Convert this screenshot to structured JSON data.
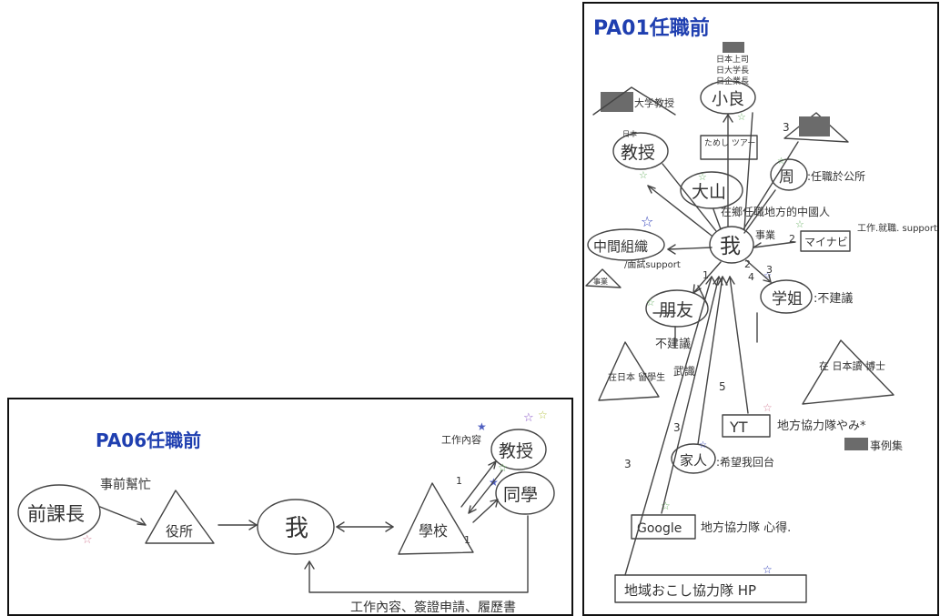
{
  "left": {
    "title": "PA06任職前",
    "nodes": {
      "former_chief": "前課長",
      "office": "役所",
      "me": "我",
      "school": "學校",
      "professor": "教授",
      "classmate": "同學"
    },
    "labels": {
      "help": "事前幫忙",
      "work_content": "工作內容",
      "bottom": "工作內容、簽證申請、履歷書"
    }
  },
  "right": {
    "title": "PA01任職前",
    "nodes": {
      "me": "我",
      "xiaoliang": "小良",
      "professor": "教授",
      "dashan": "大山",
      "zhou": "周",
      "intermediary": "中間組織",
      "mynavi": "マイナビ",
      "friend": "朋友",
      "senior": "学姐",
      "yt": "YT",
      "family": "家人",
      "google": "Google",
      "hp": "地域おこし協力隊 HP"
    },
    "labels": {
      "ut_professor": "大学教授",
      "xiaoliang_notes": [
        "日本上司",
        "日大学長",
        "日企業長"
      ],
      "tameshi": "ためし ツアー",
      "japan_small": "日本",
      "zhou_note": ":任職於公所",
      "chinese_note": "在鄉任職地方的中國人",
      "mynavi_note": "工作.就職. support",
      "intermediary_note": "/面試support",
      "shogyo": "事業",
      "senior_note": ":不建議",
      "friend_note": "不建議",
      "friend_note2": "武識",
      "japan_doctor": "在 日本讀 博士",
      "japan_student": "在日本 留學生",
      "yt_note": "地方協力隊やみ*",
      "yt_note2": "事例集",
      "family_note": ":希望我回台",
      "google_note": "地方協力隊 心得.",
      "n1": "1",
      "n2": "2",
      "n3": "3",
      "n4": "4",
      "n5": "5"
    }
  }
}
